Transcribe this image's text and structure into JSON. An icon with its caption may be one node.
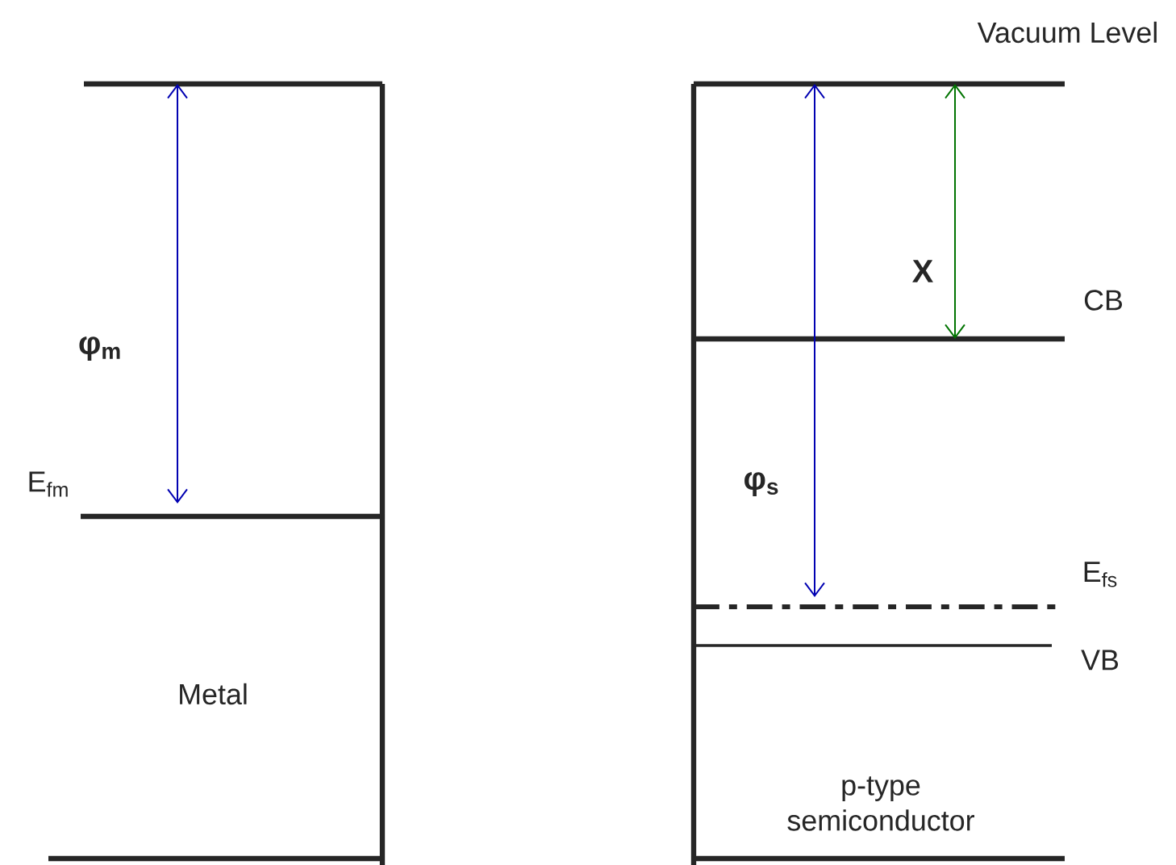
{
  "diagram": {
    "labels": [
      "Vacuum  Level",
      "φ$_{m}$",
      "X",
      "CB",
      "E$_{fm}$",
      "φ$_{s}$",
      "E$_{fs}$",
      "Metal",
      "VB",
      "p-type semiconductor"
    ]
  }
}
